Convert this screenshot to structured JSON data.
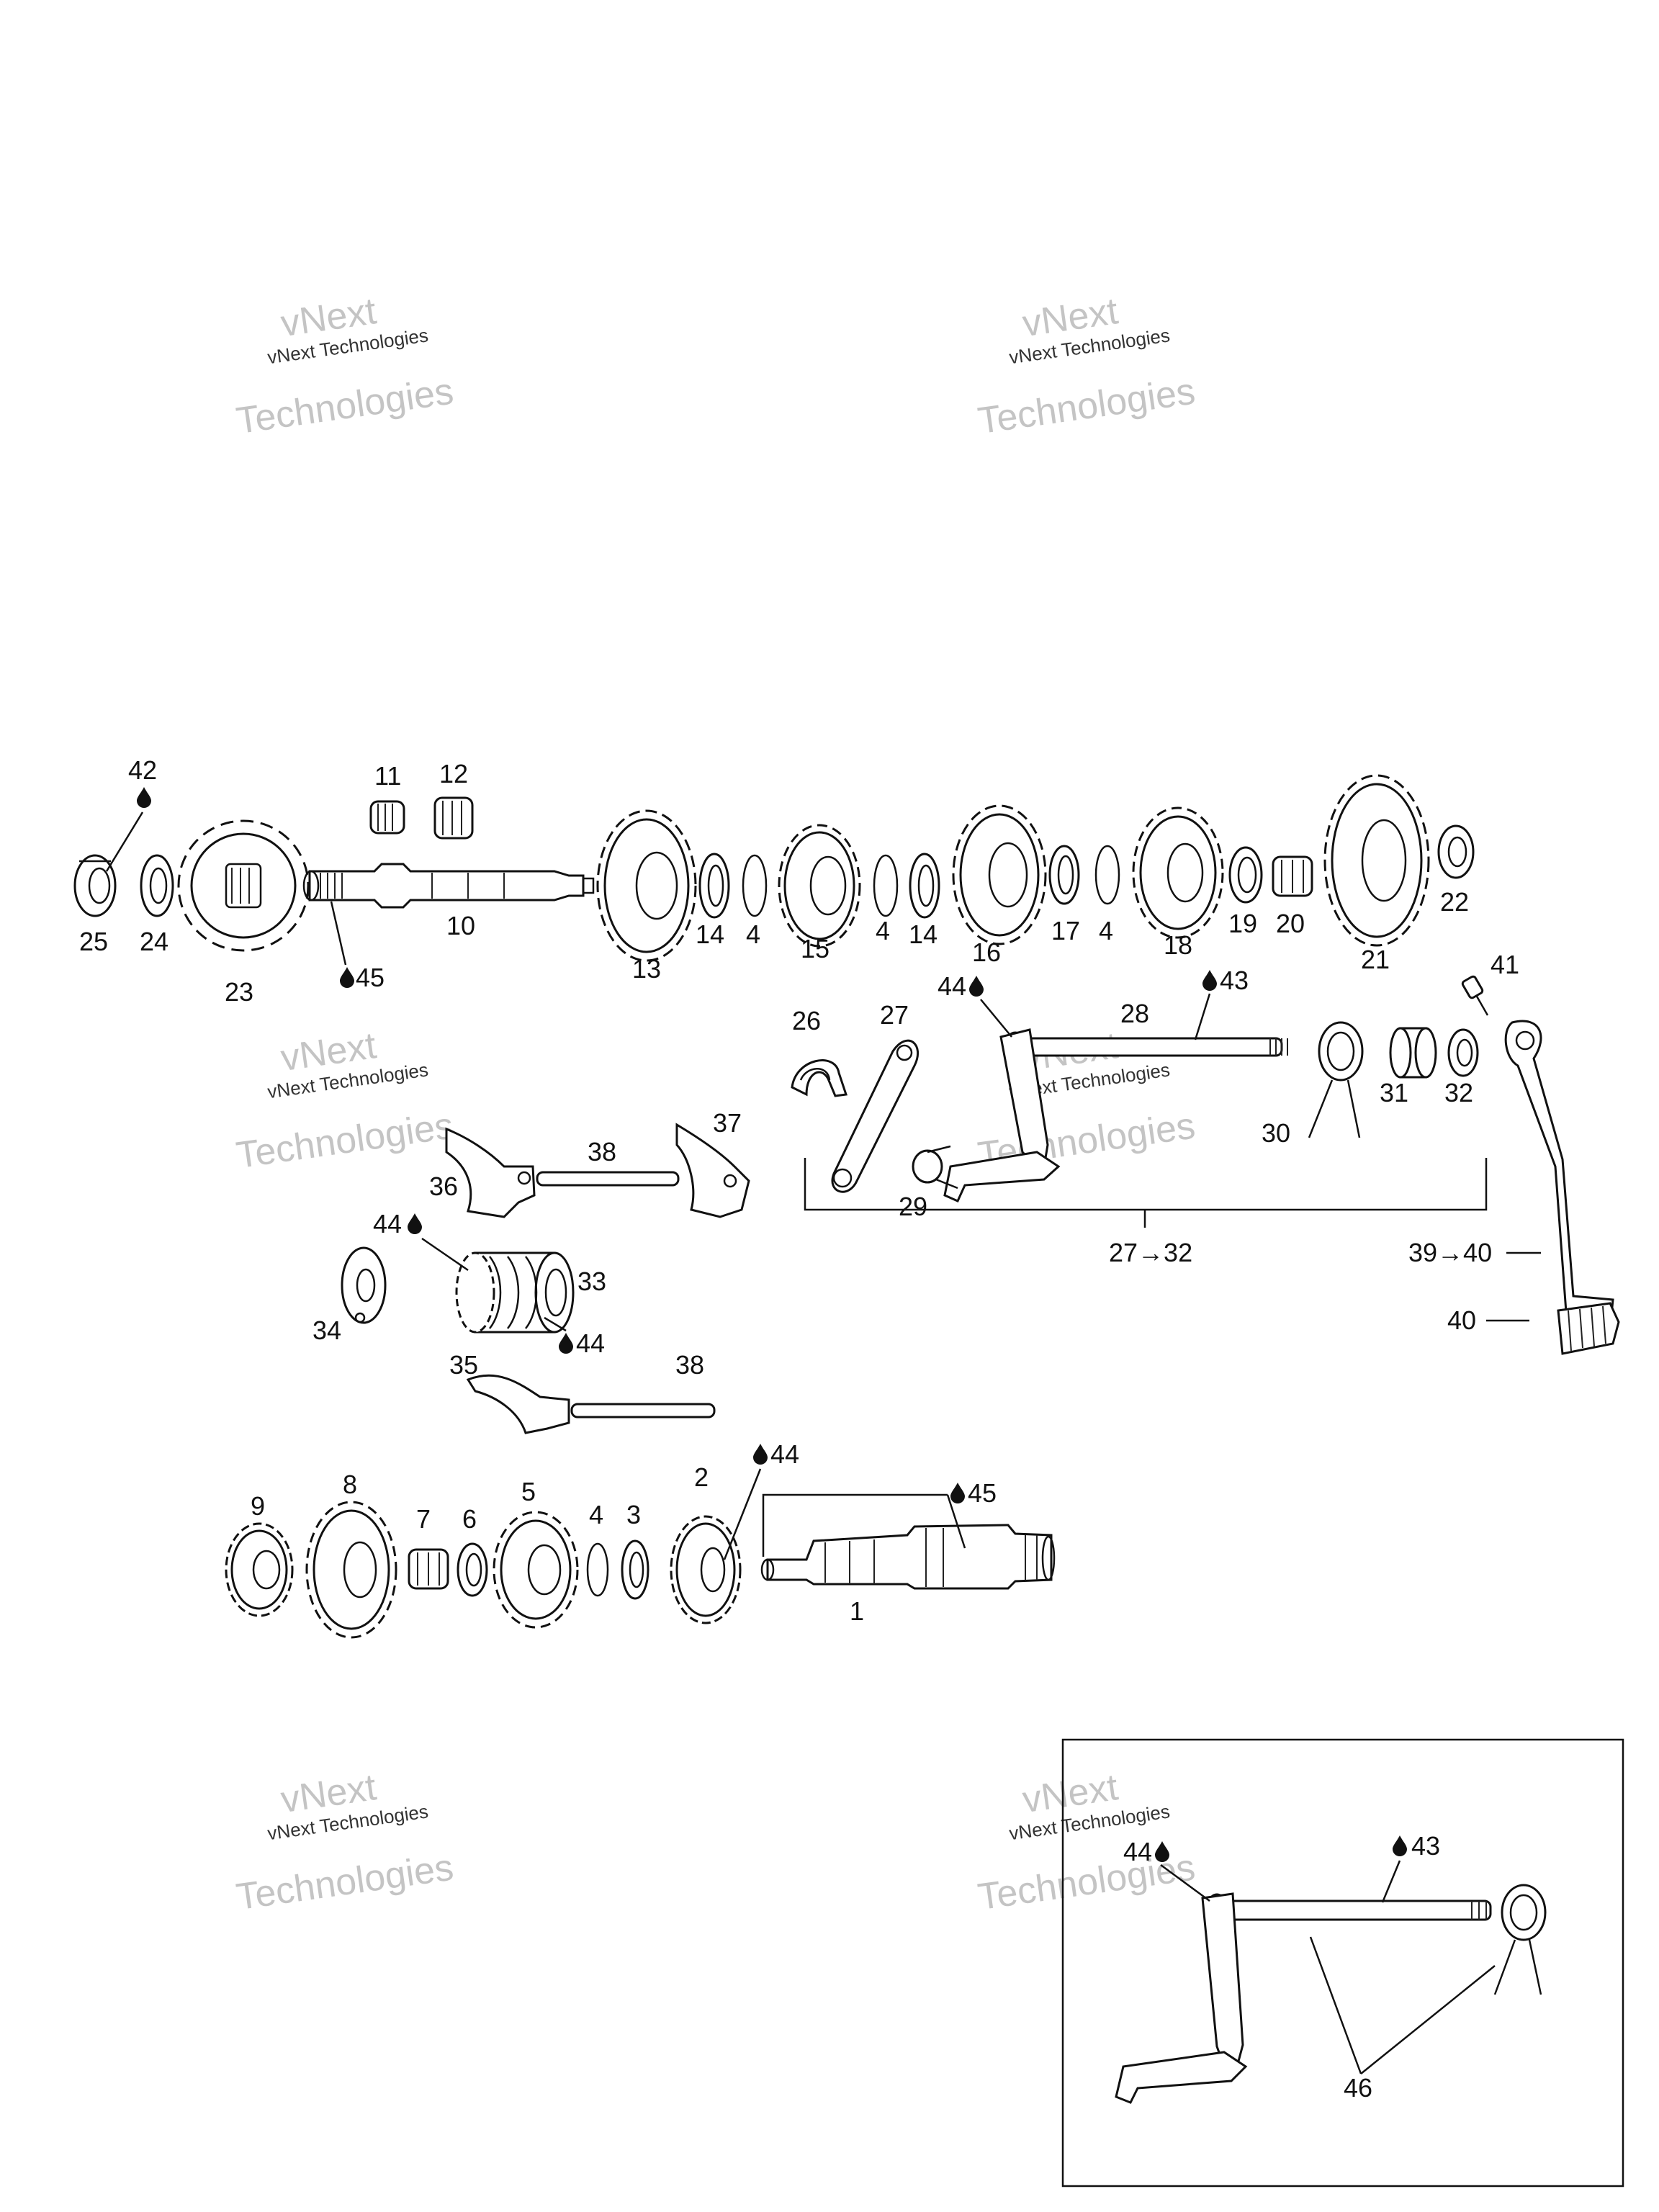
{
  "watermark": {
    "line1": "vNext Technologies",
    "line2": "Technologies",
    "line3": "vNext"
  },
  "callouts": {
    "c42": "42",
    "c11": "11",
    "c12": "12",
    "c25": "25",
    "c24": "24",
    "c23": "23",
    "c10": "10",
    "c45a": "45",
    "c13": "13",
    "c14a": "14",
    "c4a": "4",
    "c15": "15",
    "c4b": "4",
    "c14b": "14",
    "c16": "16",
    "c17": "17",
    "c4c": "4",
    "c18": "18",
    "c19": "19",
    "c20": "20",
    "c21": "21",
    "c22": "22",
    "c44a": "44",
    "c43a": "43",
    "c28": "28",
    "c41": "41",
    "c26": "26",
    "c27": "27",
    "c29": "29",
    "c30": "30",
    "c31": "31",
    "c32": "32",
    "c2732": "27→32",
    "c3940": "39→40",
    "c40": "40",
    "c36": "36",
    "c38a": "38",
    "c37": "37",
    "c44b": "44",
    "c33": "33",
    "c34": "34",
    "c44c": "44",
    "c35": "35",
    "c38b": "38",
    "c44d": "44",
    "c45b": "45",
    "c9": "9",
    "c8": "8",
    "c7": "7",
    "c6": "6",
    "c5": "5",
    "c4d": "4",
    "c3": "3",
    "c2": "2",
    "c1": "1",
    "c44e": "44",
    "c43b": "43",
    "c46": "46"
  }
}
